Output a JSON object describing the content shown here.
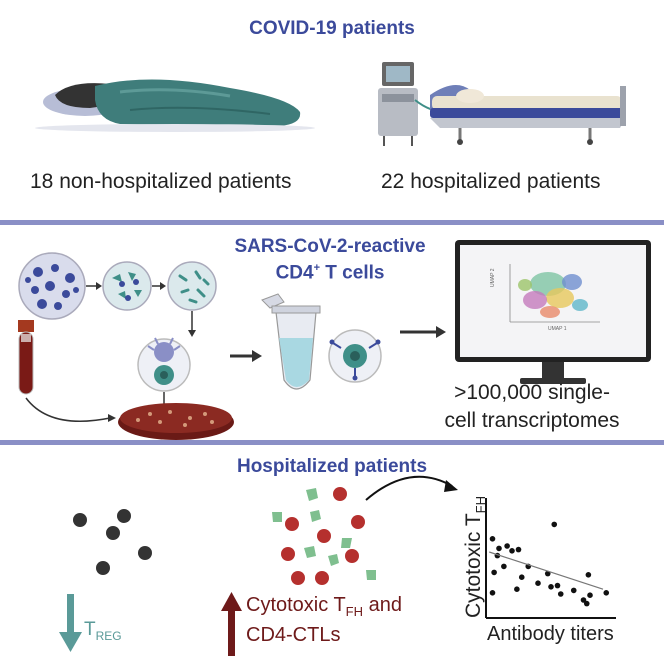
{
  "sections": {
    "top_title": "COVID-19 patients",
    "non_hosp": "18 non-hospitalized patients",
    "hosp": "22 hospitalized patients",
    "middle_title_line1": "SARS-CoV-2-reactive",
    "middle_title_line2_pre": "CD4",
    "middle_title_line2_sup": "+",
    "middle_title_line2_post": " T cells",
    "transcriptomes_line1": ">100,000 single-",
    "transcriptomes_line2": "cell transcriptomes",
    "umap_y": "UMAP 2",
    "umap_x": "UMAP 1",
    "bottom_title": "Hospitalized patients",
    "treg_main": "T",
    "treg_sub": "REG",
    "up_line1_pre": "Cytotoxic T",
    "up_line1_sub": "FH",
    "up_line1_post": " and",
    "up_line2": "CD4-CTLs"
  },
  "chart_data": {
    "type": "scatter",
    "xlabel": "Antibody titers",
    "ylabel_main": "Cytotoxic T",
    "ylabel_sub": "FH",
    "points": [
      [
        0.4,
        6.6
      ],
      [
        0.8,
        5.8
      ],
      [
        1.3,
        6.0
      ],
      [
        0.7,
        5.2
      ],
      [
        1.6,
        5.6
      ],
      [
        2.0,
        5.7
      ],
      [
        1.1,
        4.3
      ],
      [
        2.6,
        4.3
      ],
      [
        0.5,
        3.8
      ],
      [
        2.2,
        3.4
      ],
      [
        3.2,
        2.9
      ],
      [
        4.4,
        2.7
      ],
      [
        1.9,
        2.4
      ],
      [
        0.4,
        2.1
      ],
      [
        3.8,
        3.7
      ],
      [
        4.0,
        2.6
      ],
      [
        5.4,
        2.3
      ],
      [
        6.4,
        1.9
      ],
      [
        6.0,
        1.5
      ],
      [
        7.4,
        2.1
      ],
      [
        6.3,
        3.6
      ],
      [
        4.2,
        7.8
      ],
      [
        6.2,
        1.2
      ],
      [
        4.6,
        2.0
      ]
    ],
    "trend": [
      [
        0.2,
        5.5
      ],
      [
        7.2,
        2.4
      ]
    ],
    "xlim": [
      0,
      8
    ],
    "ylim": [
      0,
      10
    ]
  }
}
